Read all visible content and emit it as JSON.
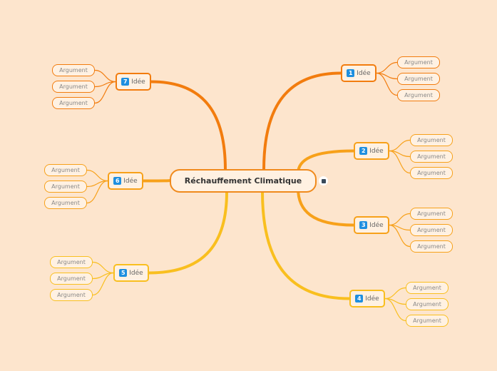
{
  "colors": {
    "background": "#fde5cd",
    "orange": "#f27c0e",
    "amber": "#f7a717",
    "yellow": "#f9bf1f"
  },
  "root": {
    "label": "Réchauffement Climatique"
  },
  "root_marker": {
    "icon": "topic-marker-icon"
  },
  "ideas": [
    {
      "number": "1",
      "label": "Idée",
      "color": "#f27c0e",
      "arguments": [
        "Argument",
        "Argument",
        "Argument"
      ]
    },
    {
      "number": "2",
      "label": "Idée",
      "color": "#f7a11a",
      "arguments": [
        "Argument",
        "Argument",
        "Argument"
      ]
    },
    {
      "number": "3",
      "label": "Idée",
      "color": "#f7a11a",
      "arguments": [
        "Argument",
        "Argument",
        "Argument"
      ]
    },
    {
      "number": "4",
      "label": "Idée",
      "color": "#f9bf1f",
      "arguments": [
        "Argument",
        "Argument",
        "Argument"
      ]
    },
    {
      "number": "5",
      "label": "Idée",
      "color": "#f9bf1f",
      "arguments": [
        "Argument",
        "Argument",
        "Argument"
      ]
    },
    {
      "number": "6",
      "label": "Idée",
      "color": "#f7a11a",
      "arguments": [
        "Argument",
        "Argument",
        "Argument"
      ]
    },
    {
      "number": "7",
      "label": "Idée",
      "color": "#f27c0e",
      "arguments": [
        "Argument",
        "Argument",
        "Argument"
      ]
    }
  ]
}
